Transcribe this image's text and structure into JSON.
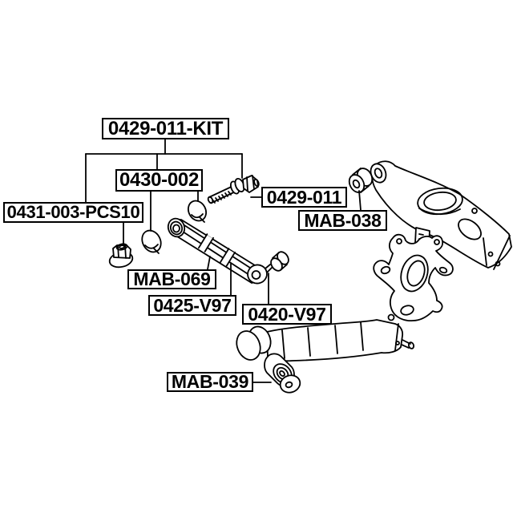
{
  "diagram": {
    "type": "exploded-parts-diagram",
    "subject": "rear suspension arms and bushings",
    "colors": {
      "background": "#ffffff",
      "line": "#000000",
      "text": "#000000",
      "label_border": "#000000"
    },
    "labels": {
      "kit": "0429-011-KIT",
      "b0430": "0430-002",
      "n0431": "0431-003-PCS10",
      "b0429": "0429-011",
      "mab038": "MAB-038",
      "mab069": "MAB-069",
      "a0425": "0425-V97",
      "b0420": "0420-V97",
      "mab039": "MAB-039"
    }
  }
}
